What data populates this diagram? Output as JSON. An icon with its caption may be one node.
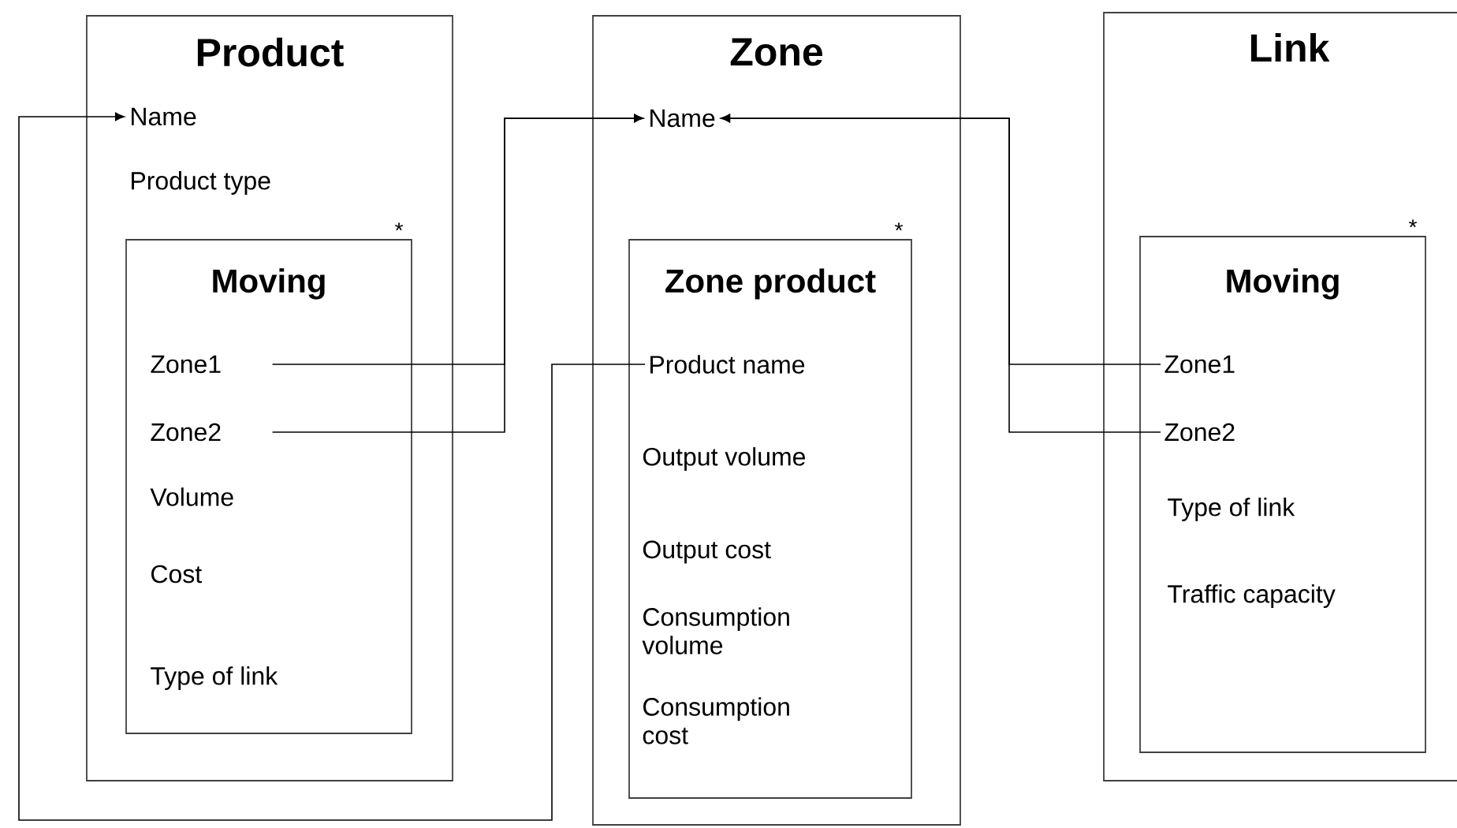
{
  "diagram": {
    "nodes": [
      {
        "text": [
          "Product"
        ]
      },
      {
        "text": [
          "Name"
        ],
        "in": 0
      },
      {
        "text": [
          "Product type"
        ],
        "in": 0
      },
      {
        "text": [
          "Moving"
        ],
        "in": 0,
        "beside": [
          "*"
        ]
      },
      {
        "text": [
          "Zone1"
        ],
        "in": 3
      },
      {
        "text": [
          "Zone2"
        ],
        "in": 3
      },
      {
        "text": [
          "Volume"
        ],
        "in": 3
      },
      {
        "text": [
          "Cost"
        ],
        "in": 3
      },
      {
        "text": [
          "Type of link"
        ],
        "in": 3
      },
      {
        "text": [
          "Zone"
        ]
      },
      {
        "text": [
          "Name"
        ],
        "in": 9
      },
      {
        "text": [
          "Zone product"
        ],
        "in": 9,
        "beside": [
          "*"
        ]
      },
      {
        "text": [
          "Product name"
        ],
        "in": 11
      },
      {
        "text": [
          "Output volume"
        ],
        "in": 11
      },
      {
        "text": [
          "Output cost"
        ],
        "in": 11
      },
      {
        "text": [
          "Consumption volume"
        ],
        "in": 11
      },
      {
        "text": [
          "Consumption cost"
        ],
        "in": 11
      },
      {
        "text": [
          "Link"
        ]
      },
      {
        "text": [
          "Moving"
        ],
        "in": 17,
        "beside": [
          "*"
        ]
      },
      {
        "text": [
          "Zone1"
        ],
        "in": 18
      },
      {
        "text": [
          "Zone2"
        ],
        "in": 18
      },
      {
        "text": [
          "Type of link"
        ],
        "in": 18
      },
      {
        "text": [
          "Traffic capacity"
        ],
        "in": 18
      }
    ],
    "edges": [
      {
        "from": 4,
        "to": 10,
        "arrow": "to"
      },
      {
        "from": 5,
        "to": 10,
        "arrow": "to"
      },
      {
        "from": 12,
        "to": 1,
        "arrow": "to"
      },
      {
        "from": 19,
        "to": 10,
        "arrow": "to"
      },
      {
        "from": 20,
        "to": 10,
        "arrow": "to"
      }
    ]
  }
}
